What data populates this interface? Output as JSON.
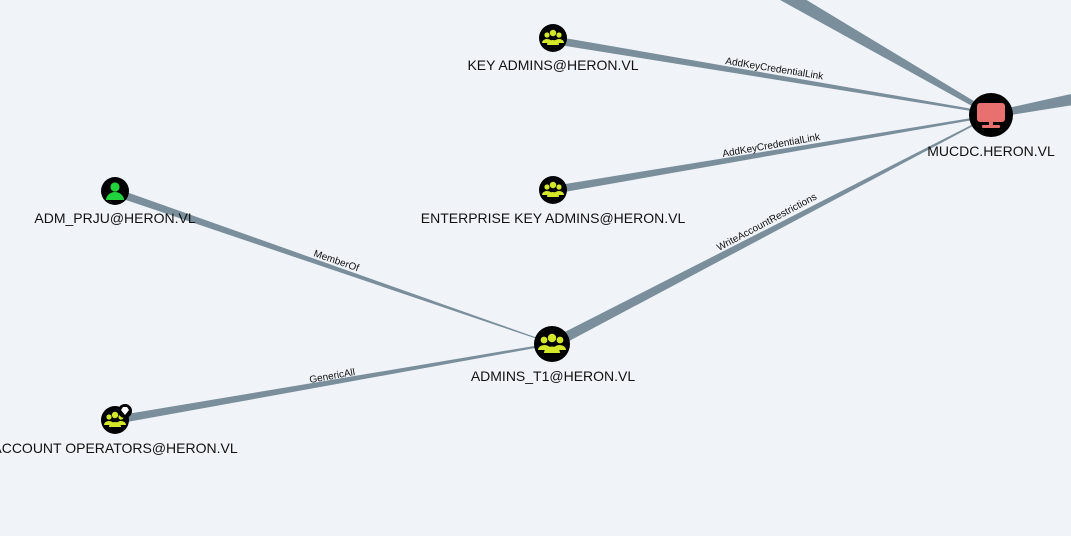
{
  "graph": {
    "nodes": [
      {
        "id": "key_admins",
        "label": "KEY ADMINS@HERON.VL",
        "kind": "group",
        "icon": "group-icon"
      },
      {
        "id": "enterprise_key_admins",
        "label": "ENTERPRISE KEY ADMINS@HERON.VL",
        "kind": "group",
        "icon": "group-icon"
      },
      {
        "id": "mucdc",
        "label": "MUCDC.HERON.VL",
        "kind": "computer",
        "icon": "computer-icon"
      },
      {
        "id": "adm_prju",
        "label": "ADM_PRJU@HERON.VL",
        "kind": "user",
        "icon": "user-icon"
      },
      {
        "id": "admins_t1",
        "label": "ADMINS_T1@HERON.VL",
        "kind": "group",
        "icon": "group-icon"
      },
      {
        "id": "account_operators",
        "label": "ACCOUNT OPERATORS@HERON.VL",
        "kind": "group",
        "icon": "group-icon",
        "badge": "gem-icon"
      }
    ],
    "edges": [
      {
        "from": "key_admins",
        "to": "mucdc",
        "label": "AddKeyCredentialLink"
      },
      {
        "from": "enterprise_key_admins",
        "to": "mucdc",
        "label": "AddKeyCredentialLink"
      },
      {
        "from": "admins_t1",
        "to": "mucdc",
        "label": "WriteAccountRestrictions"
      },
      {
        "from": "adm_prju",
        "to": "admins_t1",
        "label": "MemberOf"
      },
      {
        "from": "account_operators",
        "to": "admins_t1",
        "label": "GenericAll"
      },
      {
        "from": "offscreen_top",
        "to": "mucdc",
        "label": ""
      },
      {
        "from": "mucdc",
        "to": "offscreen_right",
        "label": ""
      }
    ]
  },
  "colors": {
    "background": "#f0f4f9",
    "edge": "#7a8f9b",
    "group_fill": "#d4e829",
    "user_fill": "#22d23c",
    "computer_fill": "#e8706e",
    "node_bg": "#000000"
  }
}
